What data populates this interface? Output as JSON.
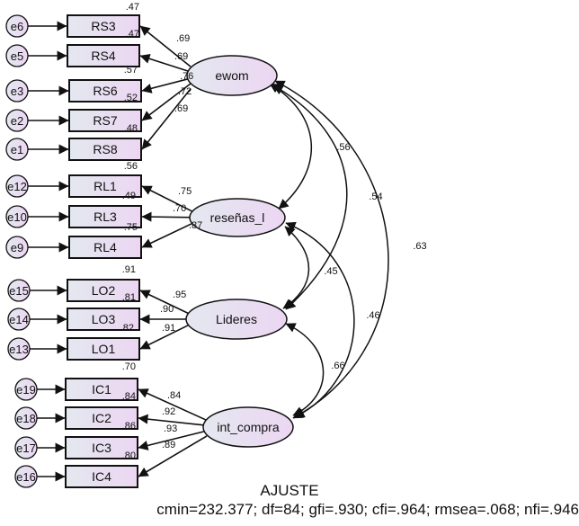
{
  "colors": {
    "node_fill_start": "#e4e8f0",
    "node_fill_end": "#ecd6f2",
    "stroke": "#111111"
  },
  "latents": [
    {
      "id": "ewom",
      "label": "ewom"
    },
    {
      "id": "resenas",
      "label": "reseñas_l"
    },
    {
      "id": "lideres",
      "label": "Lideres"
    },
    {
      "id": "intcompra",
      "label": "int_compra"
    }
  ],
  "indicators": [
    {
      "label": "RS3",
      "error": "e6",
      "latent": "ewom",
      "loading": ".69",
      "r2": ".47"
    },
    {
      "label": "RS4",
      "error": "e5",
      "latent": "ewom",
      "loading": ".69",
      "r2": ".47"
    },
    {
      "label": "RS6",
      "error": "e3",
      "latent": "ewom",
      "loading": ".76",
      "r2": ".57"
    },
    {
      "label": "RS7",
      "error": "e2",
      "latent": "ewom",
      "loading": ".72",
      "r2": ".52"
    },
    {
      "label": "RS8",
      "error": "e1",
      "latent": "ewom",
      "loading": ".69",
      "r2": ".48"
    },
    {
      "label": "RL1",
      "error": "e12",
      "latent": "resenas",
      "loading": ".75",
      "r2": ".56"
    },
    {
      "label": "RL3",
      "error": "e10",
      "latent": "resenas",
      "loading": ".70",
      "r2": ".49"
    },
    {
      "label": "RL4",
      "error": "e9",
      "latent": "resenas",
      "loading": ".87",
      "r2": ".75"
    },
    {
      "label": "LO2",
      "error": "e15",
      "latent": "lideres",
      "loading": ".95",
      "r2": ".91"
    },
    {
      "label": "LO3",
      "error": "e14",
      "latent": "lideres",
      "loading": ".90",
      "r2": ".81"
    },
    {
      "label": "LO1",
      "error": "e13",
      "latent": "lideres",
      "loading": ".91",
      "r2": ".82"
    },
    {
      "label": "IC1",
      "error": "e19",
      "latent": "intcompra",
      "loading": ".84",
      "r2": ".70"
    },
    {
      "label": "IC2",
      "error": "e18",
      "latent": "intcompra",
      "loading": ".92",
      "r2": ".84"
    },
    {
      "label": "IC3",
      "error": "e17",
      "latent": "intcompra",
      "loading": ".93",
      "r2": ".86"
    },
    {
      "label": "IC4",
      "error": "e16",
      "latent": "intcompra",
      "loading": ".89",
      "r2": ".80"
    }
  ],
  "covariances": [
    {
      "from": "ewom",
      "to": "resenas",
      "value": ".56"
    },
    {
      "from": "ewom",
      "to": "lideres",
      "value": ".54"
    },
    {
      "from": "ewom",
      "to": "intcompra",
      "value": ".63"
    },
    {
      "from": "resenas",
      "to": "lideres",
      "value": ".45"
    },
    {
      "from": "resenas",
      "to": "intcompra",
      "value": ".46"
    },
    {
      "from": "lideres",
      "to": "intcompra",
      "value": ".66"
    }
  ],
  "fit": {
    "title": "AJUSTE",
    "summary": "cmin=232.377; df=84; gfi=.930; cfi=.964; rmsea=.068; nfi=.946"
  }
}
